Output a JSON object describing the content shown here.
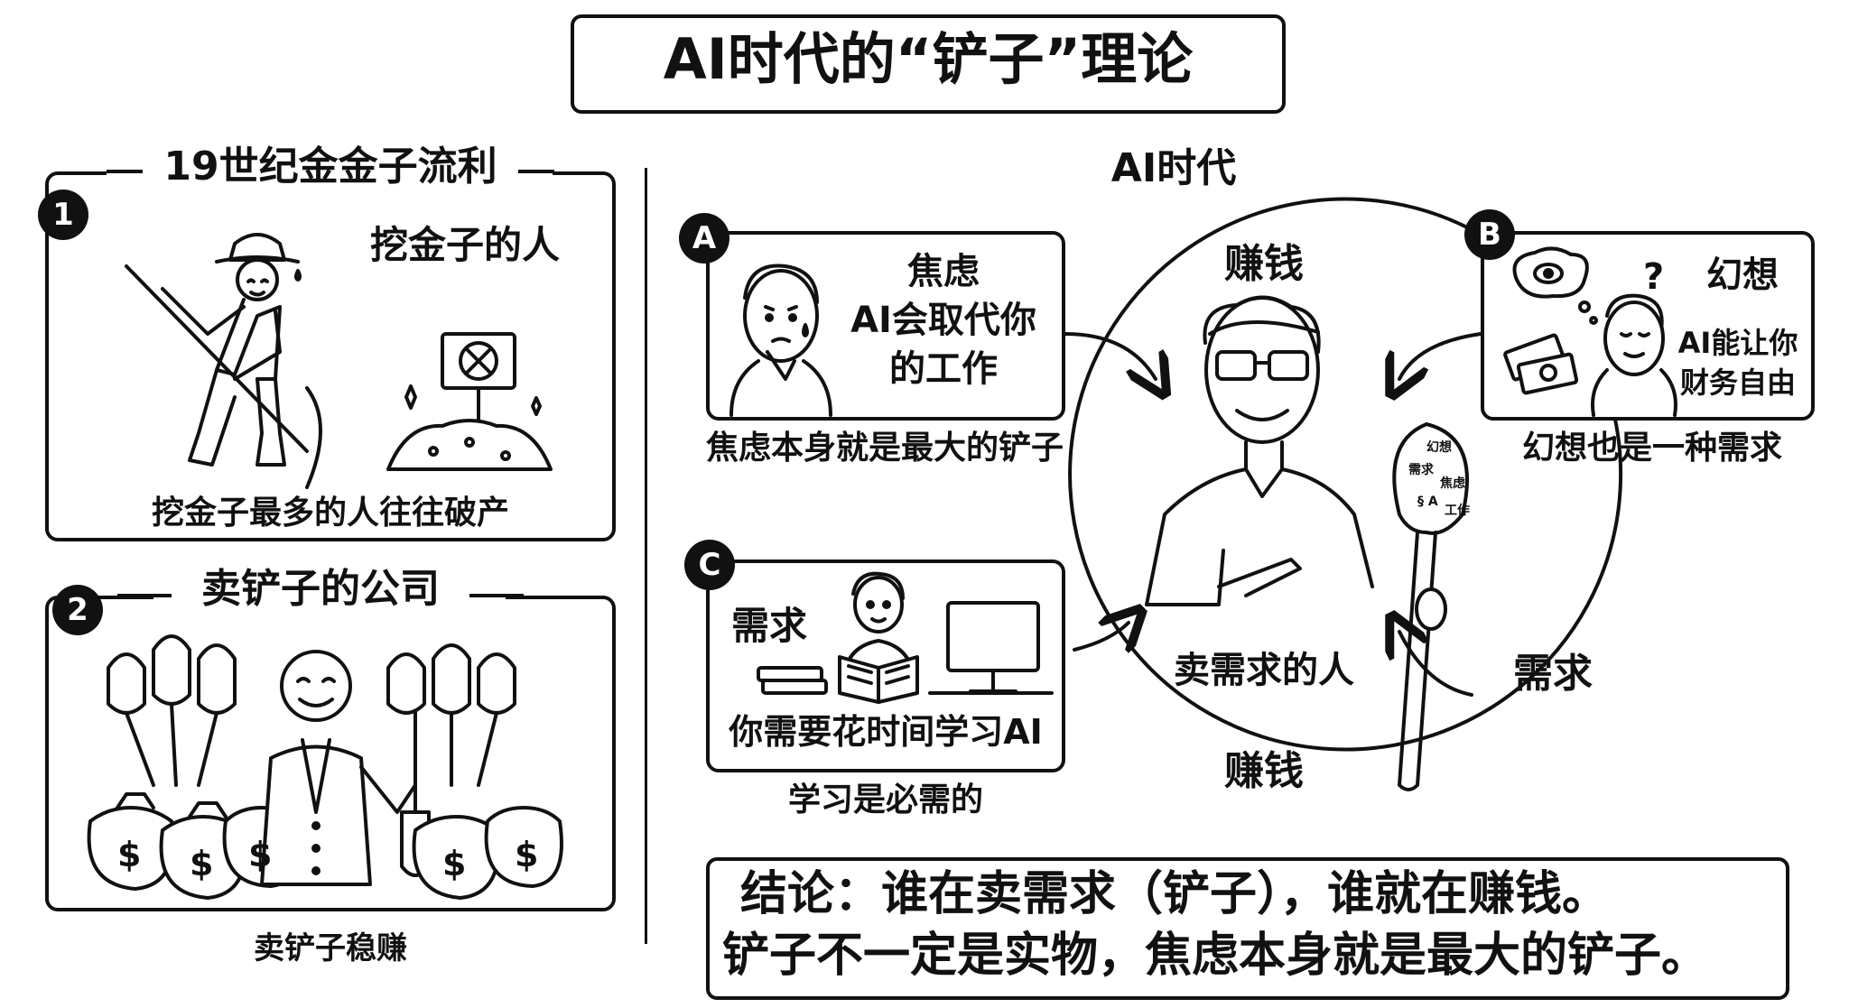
{
  "title": "AI时代的“铲子”理论",
  "left": {
    "panel1": {
      "badge": "1",
      "heading": "19世纪金金子流利",
      "label": "挖金子的人",
      "caption": "挖金子最多的人往往破产"
    },
    "panel2": {
      "badge": "2",
      "heading": "卖铲子的公司",
      "caption": "卖铲子稳赚"
    }
  },
  "right": {
    "heading": "AI时代",
    "cycle": {
      "top": "赚钱",
      "bottom": "赚钱",
      "side": "需求",
      "center": "卖需求的人"
    },
    "panelA": {
      "badge": "A",
      "line1": "焦虑",
      "line2": "AI会取代你",
      "line3": "的工作",
      "caption": "焦虑本身就是最大的铲子"
    },
    "panelB": {
      "badge": "B",
      "line1": "幻想",
      "line2": "AI能让你",
      "line3": "财务自由",
      "caption": "幻想也是一种需求"
    },
    "panelC": {
      "badge": "C",
      "line1": "需求",
      "line2": "你需要花时间学习AI",
      "caption": "学习是必需的"
    },
    "shovel_text": [
      "幻想",
      "需求",
      "焦虑",
      "§",
      "A",
      "工作"
    ]
  },
  "conclusion": {
    "line1": "结论：谁在卖需求（铲子），谁就在赚钱。",
    "line2": "铲子不一定是实物，焦虑本身就是最大的铲子。"
  }
}
